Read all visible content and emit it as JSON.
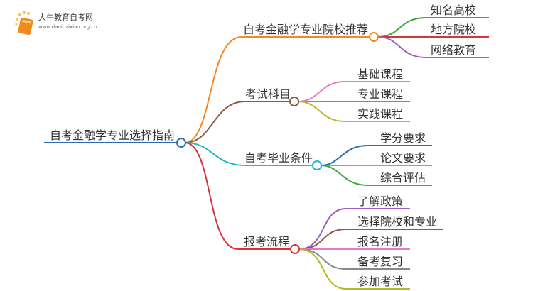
{
  "logo": {
    "title": "大牛教育自考网",
    "url": "www.daniuzixiao.org.cn"
  },
  "root": {
    "label": "自考金融学专业选择指南",
    "color": "#2a6db5"
  },
  "branches": [
    {
      "label": "自考金融学专业院校推荐",
      "color": "#f5891f",
      "children": [
        "知名高校",
        "地方院校",
        "网络教育"
      ]
    },
    {
      "label": "考试科目",
      "color": "#8b5a4a",
      "children": [
        "基础课程",
        "专业课程",
        "实践课程"
      ]
    },
    {
      "label": "自考毕业条件",
      "color": "#20b8cc",
      "children": [
        "学分要求",
        "论文要求",
        "综合评估"
      ]
    },
    {
      "label": "报考流程",
      "color": "#d8333a",
      "children": [
        "了解政策",
        "选择院校和专业",
        "报名注册",
        "备考复习",
        "参加考试"
      ]
    }
  ]
}
